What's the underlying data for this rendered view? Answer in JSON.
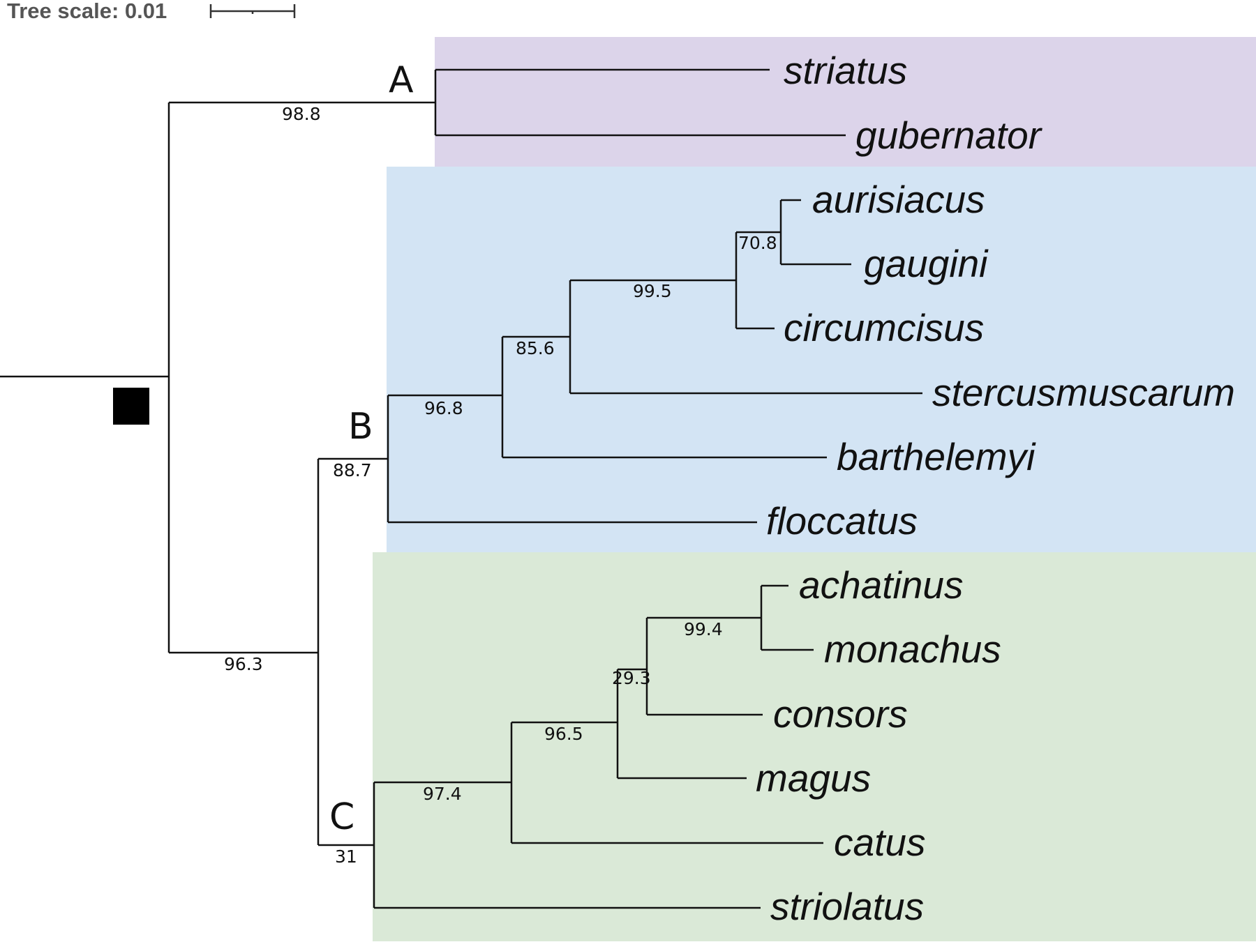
{
  "scale": {
    "label": "Tree scale: 0.01"
  },
  "clades": {
    "A": {
      "label": "A",
      "color": "#dcd4ea"
    },
    "B": {
      "label": "B",
      "color": "#d3e4f4"
    },
    "C": {
      "label": "C",
      "color": "#dae9d7"
    }
  },
  "root_marker": {
    "shape": "square",
    "color": "#000000"
  },
  "taxa": [
    {
      "name": "striatus",
      "clade": "A"
    },
    {
      "name": "gubernator",
      "clade": "A"
    },
    {
      "name": "aurisiacus",
      "clade": "B"
    },
    {
      "name": "gaugini",
      "clade": "B"
    },
    {
      "name": "circumcisus",
      "clade": "B"
    },
    {
      "name": "stercusmuscarum",
      "clade": "B"
    },
    {
      "name": "barthelemyi",
      "clade": "B"
    },
    {
      "name": "floccatus",
      "clade": "B"
    },
    {
      "name": "achatinus",
      "clade": "C"
    },
    {
      "name": "monachus",
      "clade": "C"
    },
    {
      "name": "consors",
      "clade": "C"
    },
    {
      "name": "magus",
      "clade": "C"
    },
    {
      "name": "catus",
      "clade": "C"
    },
    {
      "name": "striolatus",
      "clade": "C"
    }
  ],
  "support_values": {
    "cladeA": "98.8",
    "aurisiacus_gaugini": "70.8",
    "circumcisus_group": "99.5",
    "stercusmuscarum_group": "85.6",
    "barthelemyi_group": "96.8",
    "cladeB": "88.7",
    "BC": "96.3",
    "achatinus_monachus": "99.4",
    "consors_group": "29.3",
    "magus_group": "96.5",
    "catus_group": "97.4",
    "cladeC": "31"
  }
}
